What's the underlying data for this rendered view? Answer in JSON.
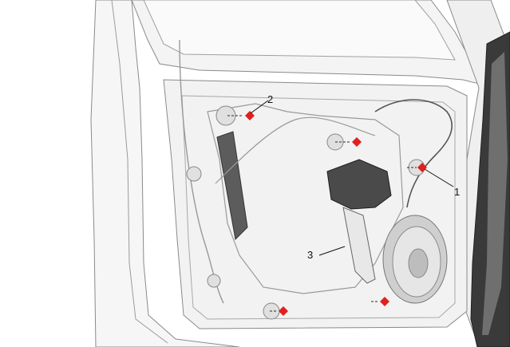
{
  "callouts": [
    {
      "id": "1",
      "label": "1"
    },
    {
      "id": "2",
      "label": "2"
    },
    {
      "id": "3",
      "label": "3"
    }
  ],
  "colors": {
    "marker": "#e0201f",
    "line": "#8a8a8a",
    "dark_line": "#2a2a2a",
    "panel_fill": "#f3f3f3",
    "shadow": "#d8d8d8",
    "speaker": "#a7a7a7",
    "window_strip": "#5c5c5c"
  },
  "icons": [
    "fastener-marker-icon"
  ]
}
